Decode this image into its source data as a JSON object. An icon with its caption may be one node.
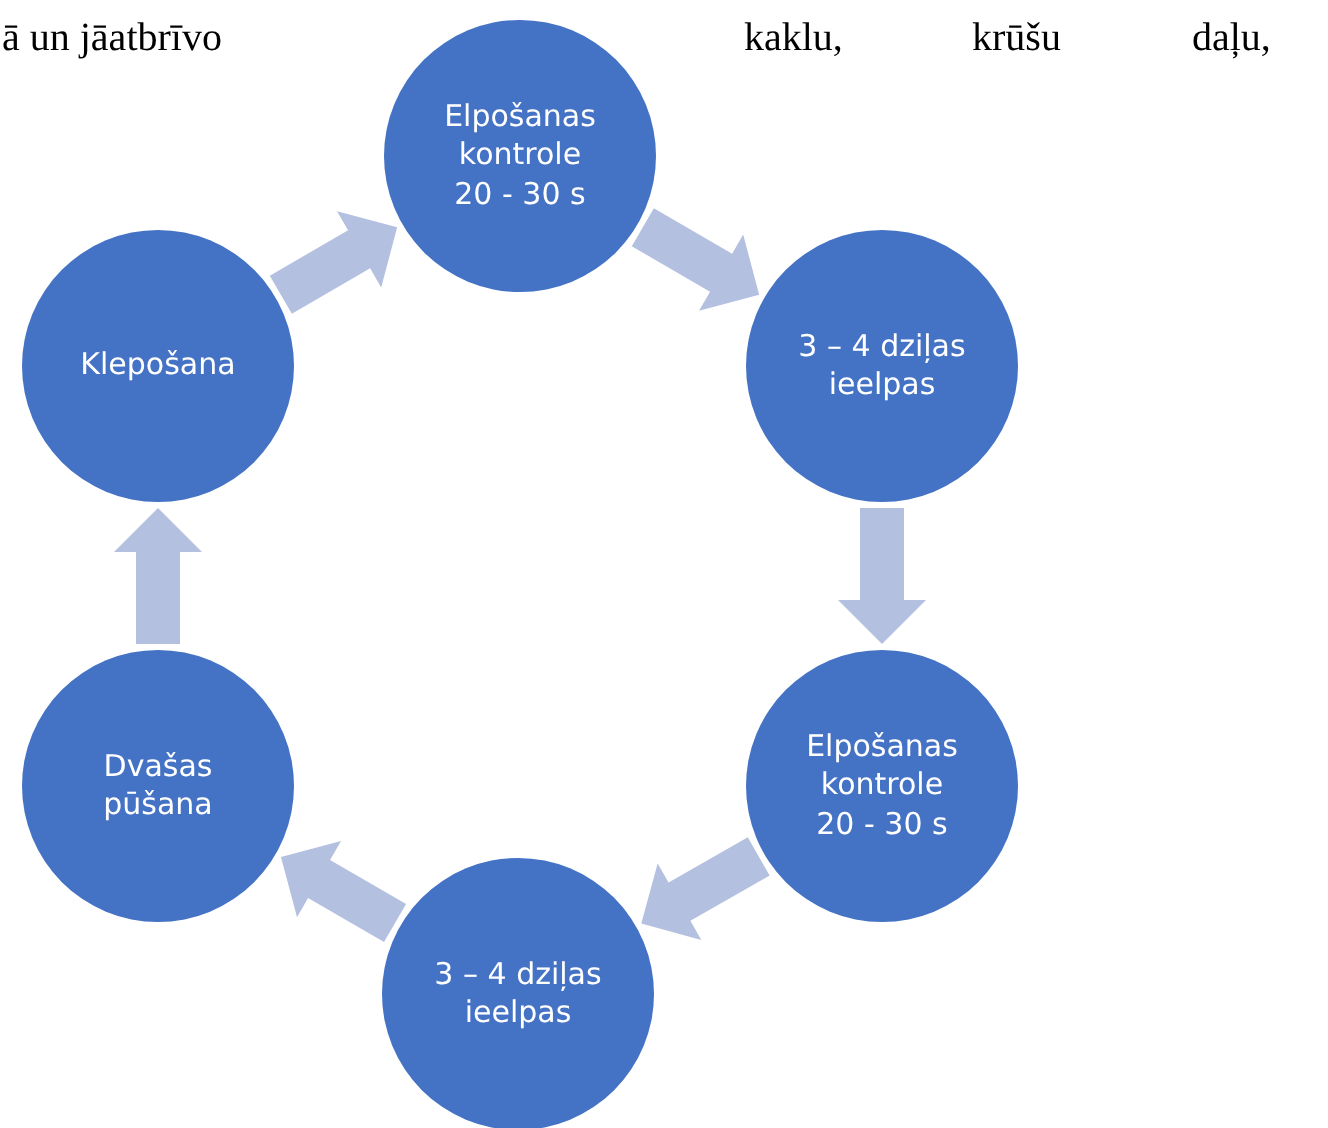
{
  "diagram": {
    "nodes": [
      {
        "text": [
          "Elpošanas kontrole 20 - 30 s"
        ]
      },
      {
        "text": [
          "3 – 4 dziļas ieelpas"
        ]
      },
      {
        "text": [
          "Elpošanas kontrole 20 - 30 s"
        ]
      },
      {
        "text": [
          "3 – 4 dziļas ieelpas"
        ]
      },
      {
        "text": [
          "Dvašas pūšana"
        ]
      },
      {
        "text": [
          "Klepošana"
        ]
      }
    ],
    "edges": [
      {
        "from": 0,
        "to": 1,
        "arrow": "to"
      },
      {
        "from": 1,
        "to": 2,
        "arrow": "to"
      },
      {
        "from": 2,
        "to": 3,
        "arrow": "to"
      },
      {
        "from": 3,
        "to": 4,
        "arrow": "to"
      },
      {
        "from": 4,
        "to": 5,
        "arrow": "to"
      },
      {
        "from": 5,
        "to": 0,
        "arrow": "to"
      }
    ],
    "labels": [
      "ā un jāatbrīvo",
      "kaklu,",
      "krūšu",
      "daļu,"
    ]
  }
}
